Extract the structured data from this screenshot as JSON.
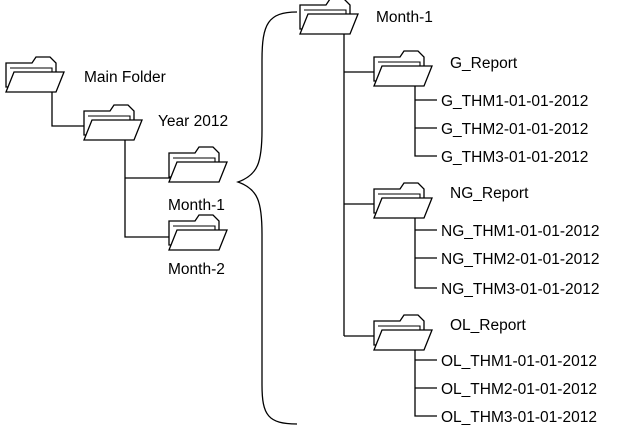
{
  "tree": {
    "main_folder": "Main Folder",
    "year": "Year 2012",
    "months": [
      "Month-1",
      "Month-2"
    ],
    "expanded": {
      "title": "Month-1",
      "reports": [
        {
          "name": "G_Report",
          "files": [
            "G_THM1-01-01-2012",
            "G_THM2-01-01-2012",
            "G_THM3-01-01-2012"
          ]
        },
        {
          "name": "NG_Report",
          "files": [
            "NG_THM1-01-01-2012",
            "NG_THM2-01-01-2012",
            "NG_THM3-01-01-2012"
          ]
        },
        {
          "name": "OL_Report",
          "files": [
            "OL_THM1-01-01-2012",
            "OL_THM2-01-01-2012",
            "OL_THM3-01-01-2012"
          ]
        }
      ]
    }
  }
}
